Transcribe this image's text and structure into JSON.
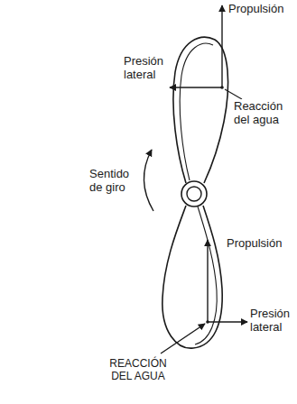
{
  "diagram": {
    "labels": [
      "Propulsión",
      "Presión lateral",
      "Reacción del agua",
      "Sentido de giro",
      "Propulsión",
      "Presión lateral",
      "REACCIÓN DEL AGUA"
    ]
  }
}
